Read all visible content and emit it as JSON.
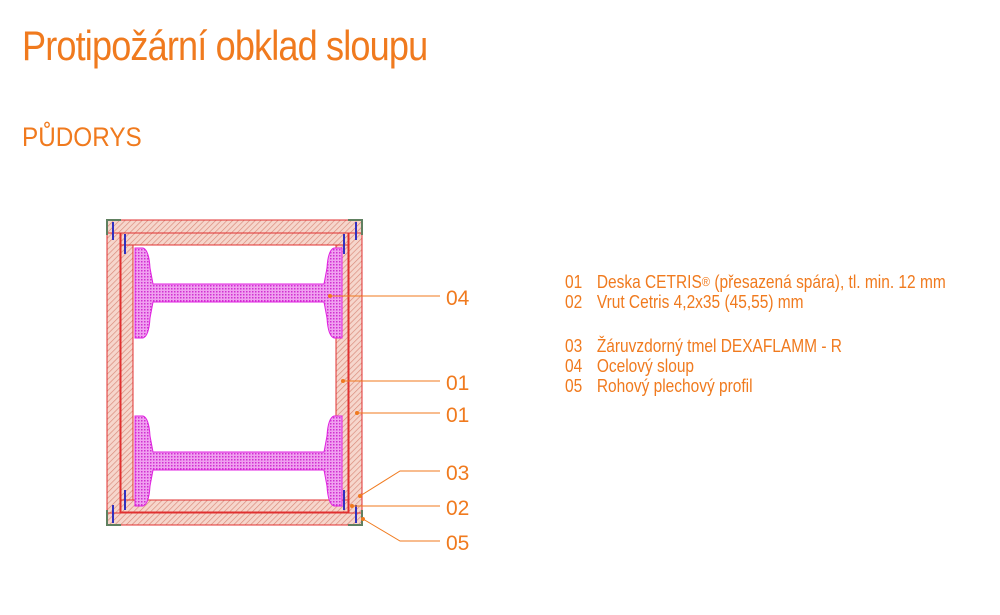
{
  "title": "Protipožární obklad sloupu",
  "subtitle": "PŮDORYS",
  "callouts": {
    "c04": "04",
    "c01a": "01",
    "c01b": "01",
    "c03": "03",
    "c02": "02",
    "c05": "05"
  },
  "legend": [
    {
      "num": "01",
      "text": "Deska CETRIS",
      "sup": "®",
      "text2": " (přesazená spára), tl. min. 12 mm"
    },
    {
      "num": "02",
      "text": "Vrut Cetris 4,2x35 (45,55) mm"
    },
    {
      "num": "03",
      "text": "Žáruvzdorný tmel DEXAFLAMM - R"
    },
    {
      "num": "04",
      "text": "Ocelový sloup"
    },
    {
      "num": "05",
      "text": "Rohový plechový profil"
    }
  ],
  "colors": {
    "accent": "#f07a1e",
    "board": "#e8a090",
    "board_line": "#e03030",
    "steel": "#e040e0",
    "screw": "#3030c0",
    "corner": "#608060"
  }
}
